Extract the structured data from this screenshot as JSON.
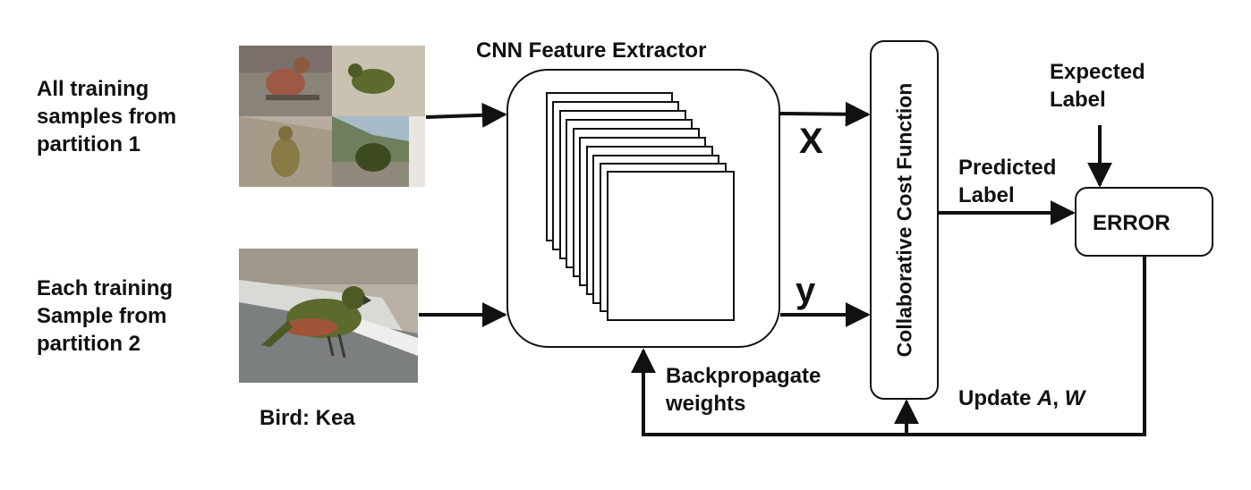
{
  "labels": {
    "partition1": [
      "All training",
      "samples from",
      "partition 1"
    ],
    "partition2": [
      "Each training",
      "Sample from",
      "partition 2"
    ],
    "bird_caption": "Bird: Kea",
    "cnn_title": "CNN Feature Extractor",
    "x_output": "X",
    "y_output": "y",
    "backprop": [
      "Backpropagate",
      "weights"
    ],
    "cost_function": "Collaborative Cost Function",
    "expected": [
      "Expected",
      "Label"
    ],
    "predicted": [
      "Predicted",
      "Label"
    ],
    "error": "ERROR",
    "update_prefix": "Update ",
    "update_a": "A",
    "update_sep": ", ",
    "update_w": "W"
  },
  "colors": {
    "stroke": "#111111",
    "background": "#ffffff",
    "bird_green": "#5d6a2e",
    "bird_red": "#a0553a",
    "ground": "#b7ad9f",
    "grass": "#6f7e5c"
  }
}
